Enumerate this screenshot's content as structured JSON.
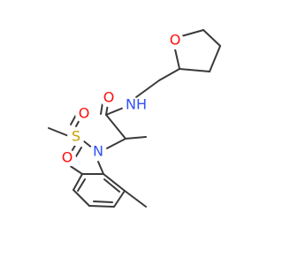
{
  "colors": {
    "bond": "#3a3a3a",
    "oxygen": "#ff0d0d",
    "nitrogen": "#3050f8",
    "sulfur": "#c8a000",
    "background": "#ffffff"
  },
  "atoms": {
    "o_ring": {
      "text": "O",
      "element": "oxygen"
    },
    "n_amide": {
      "text": "N",
      "element": "nitrogen"
    },
    "h_amide": {
      "text": "H",
      "element": "nitrogen"
    },
    "o_carbonyl": {
      "text": "O",
      "element": "oxygen"
    },
    "s_sulfonyl": {
      "text": "S",
      "element": "sulfur"
    },
    "o_sulfonyl_top": {
      "text": "O",
      "element": "oxygen"
    },
    "o_sulfonyl_bottom": {
      "text": "O",
      "element": "oxygen"
    },
    "n_sulfonamide": {
      "text": "N",
      "element": "nitrogen"
    }
  }
}
